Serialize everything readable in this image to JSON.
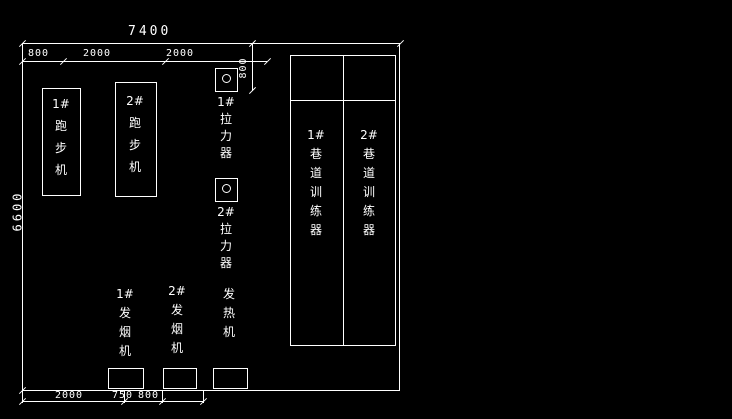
{
  "dimensions": {
    "total_width": "7400",
    "total_height": "6600",
    "top_segments": [
      "800",
      "2000",
      "2000"
    ],
    "right_vertical": "800",
    "bottom_segments": [
      "2000",
      "750",
      "800"
    ]
  },
  "equipment": {
    "treadmill_1": "1#跑步机",
    "treadmill_2": "2#跑步机",
    "puller_1": "1#拉力器",
    "puller_2": "2#拉力器",
    "tunnel_trainer_1": "1#巷道训练器",
    "tunnel_trainer_2": "2#巷道训练器",
    "smoke_machine_1": "1#发烟机",
    "smoke_machine_2": "2#发烟机",
    "heater": "发热机"
  }
}
